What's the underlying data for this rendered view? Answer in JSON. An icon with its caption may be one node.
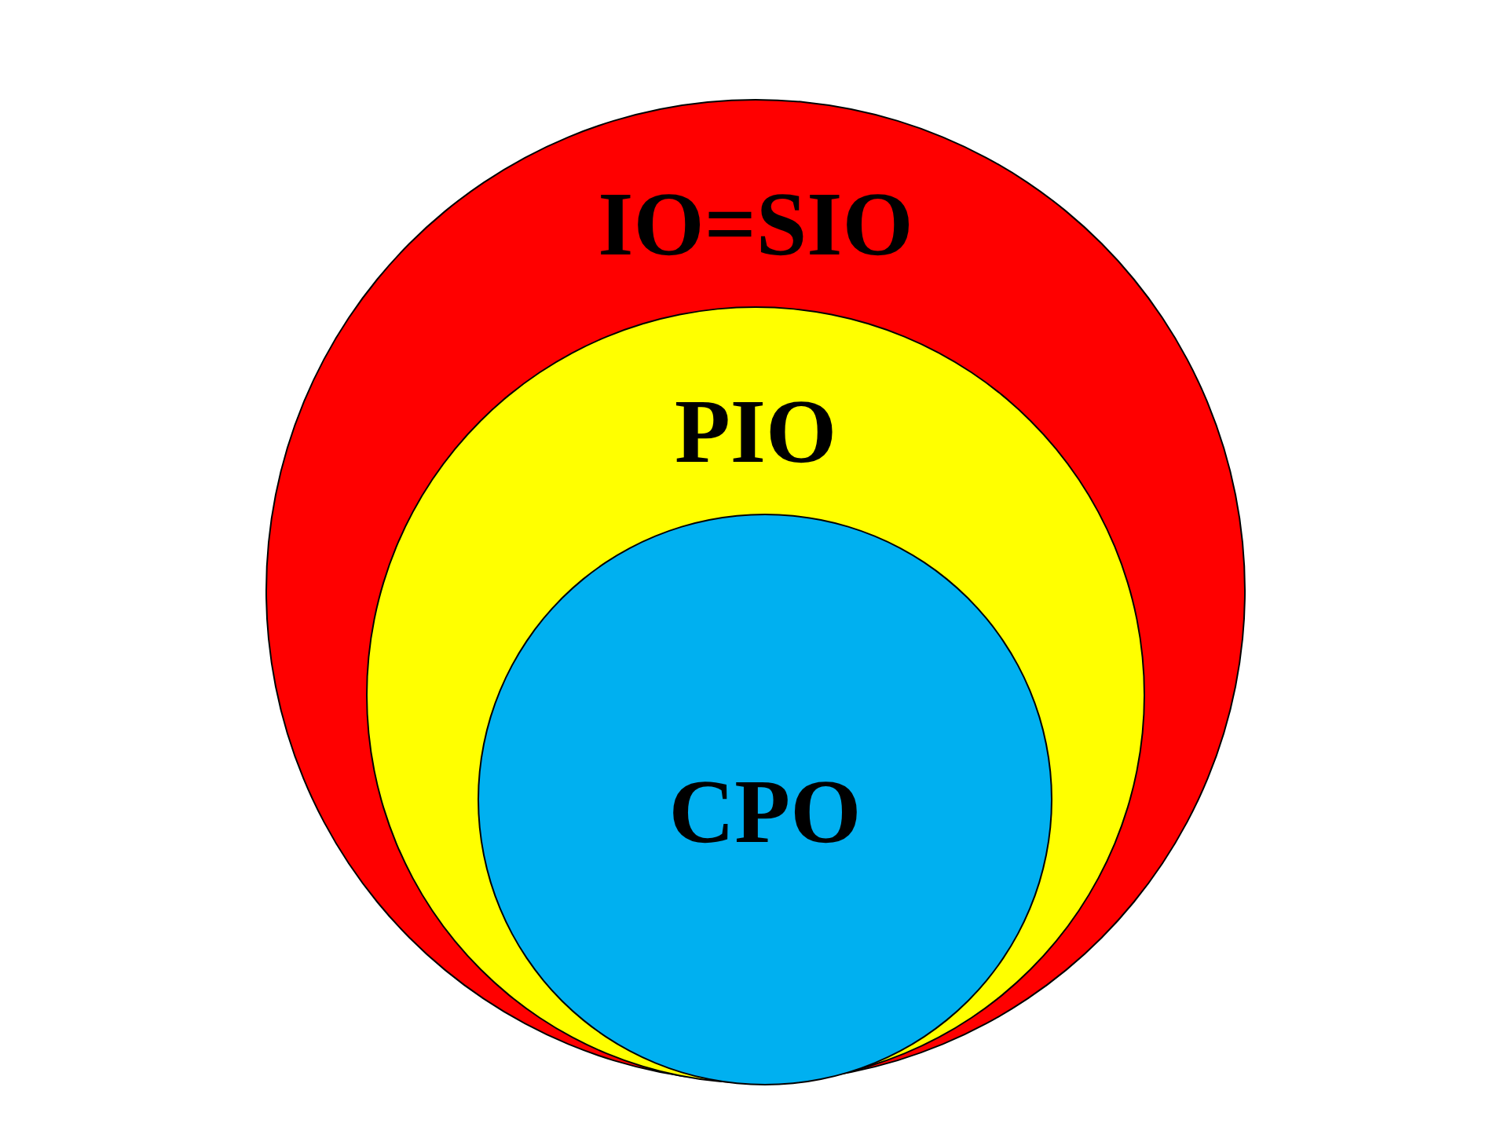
{
  "diagram": {
    "nodes": [
      {
        "text": [
          "IO=SIO"
        ]
      },
      {
        "text": [
          "PIO"
        ],
        "in": 0
      },
      {
        "text": [
          "CPO"
        ],
        "in": 1
      }
    ]
  }
}
